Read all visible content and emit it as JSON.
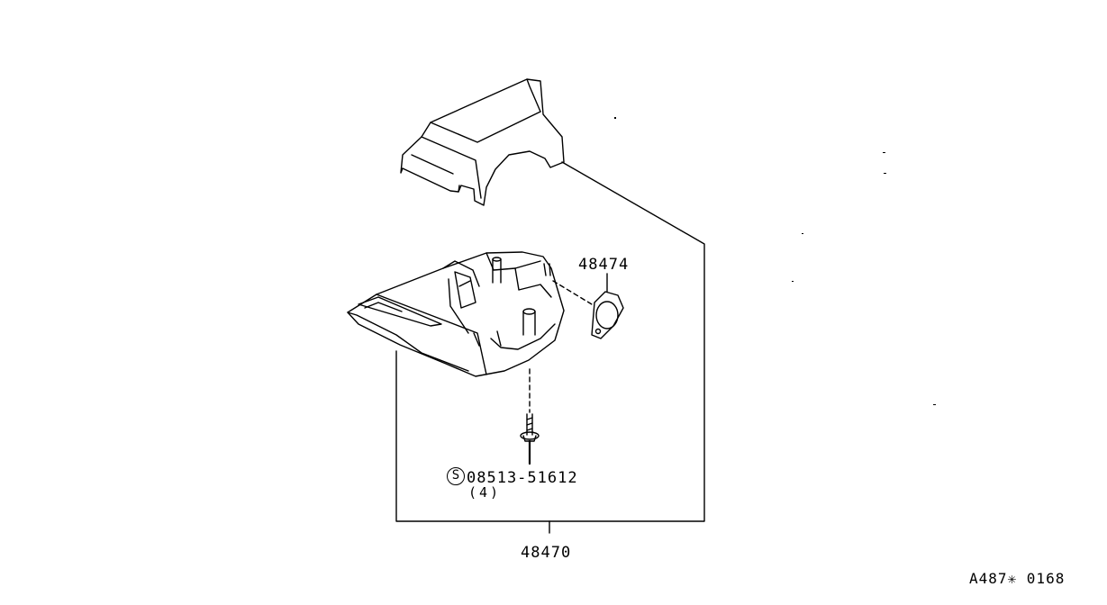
{
  "parts": {
    "gasket": "48474",
    "column_cover_assy": "48470",
    "screw": "08513-51612",
    "screw_qty": "(4)",
    "standard_part_symbol": "S"
  },
  "drawing_code": "A487✳ 0168"
}
